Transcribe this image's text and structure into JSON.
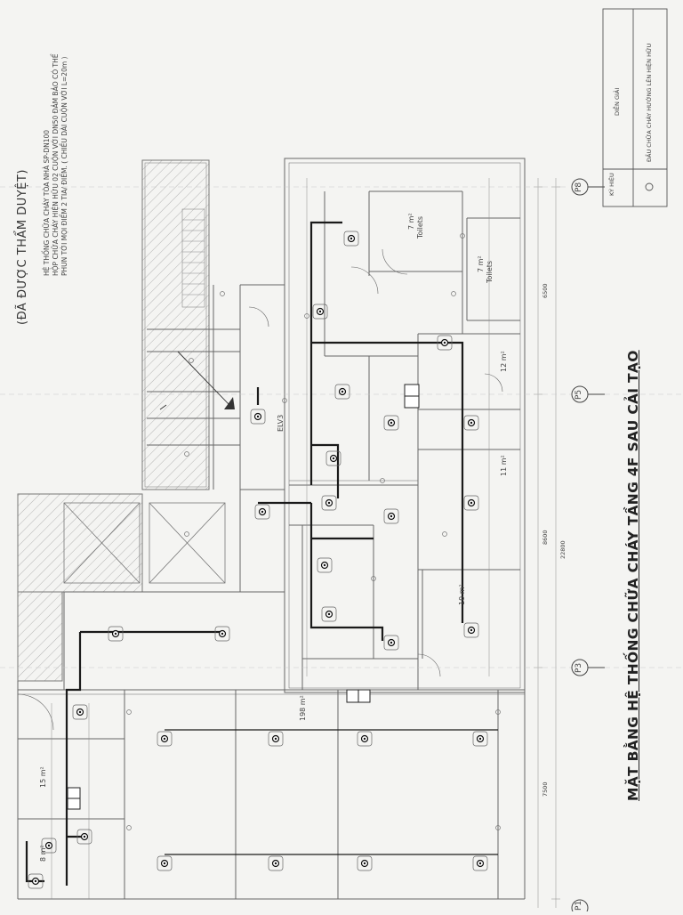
{
  "annotation": {
    "approved": "(ĐÃ ĐƯỢC THẨM DUYỆT)",
    "line1": "HỆ THỐNG CHỮA CHÁY TÒA NHÀ SP-DN100",
    "line2": "HỘP CHỮA CHÁY HIỆN HỮU 02 CUỘN VỚI DN50 ĐẢM BẢO CÓ THỂ",
    "line3": "PHUN TỚI MỌI ĐIỂM 2 TIA/ ĐIỂM. ( CHIỀU DÀI CUỘN VỚI L=20m )"
  },
  "title": "MẶT BẰNG HỆ THỐNG CHỮA CHÁY TẦNG 4F SAU CẢI TẠO",
  "legend": {
    "symbol_header": "KÝ HIỆU",
    "desc_header": "DIỄN GIẢI",
    "item": "ĐẦU CHỮA CHÁY HƯỚNG LÊN HIỆN HỮU"
  },
  "grid_labels": [
    "P8",
    "P5",
    "P3",
    "P1"
  ],
  "dimensions": {
    "d6500": "6500",
    "d8600": "8600",
    "d22800": "22800",
    "d7500": "7500"
  },
  "rooms": {
    "toilets1": "Toilets",
    "toilets1_area": "7 m²",
    "toilets2": "Toilets",
    "toilets2_area": "7 m²",
    "r12": "12 m²",
    "r11": "11 m²",
    "r10": "10 m²",
    "r198": "198 m²",
    "r15": "15 m²",
    "r8": "8 m²",
    "elv": "ELV3"
  },
  "colors": {
    "line": "#6a6a6a",
    "pipe": "#1a1a1a",
    "hatch": "#9a9a9a",
    "paper": "#f4f4f2"
  }
}
